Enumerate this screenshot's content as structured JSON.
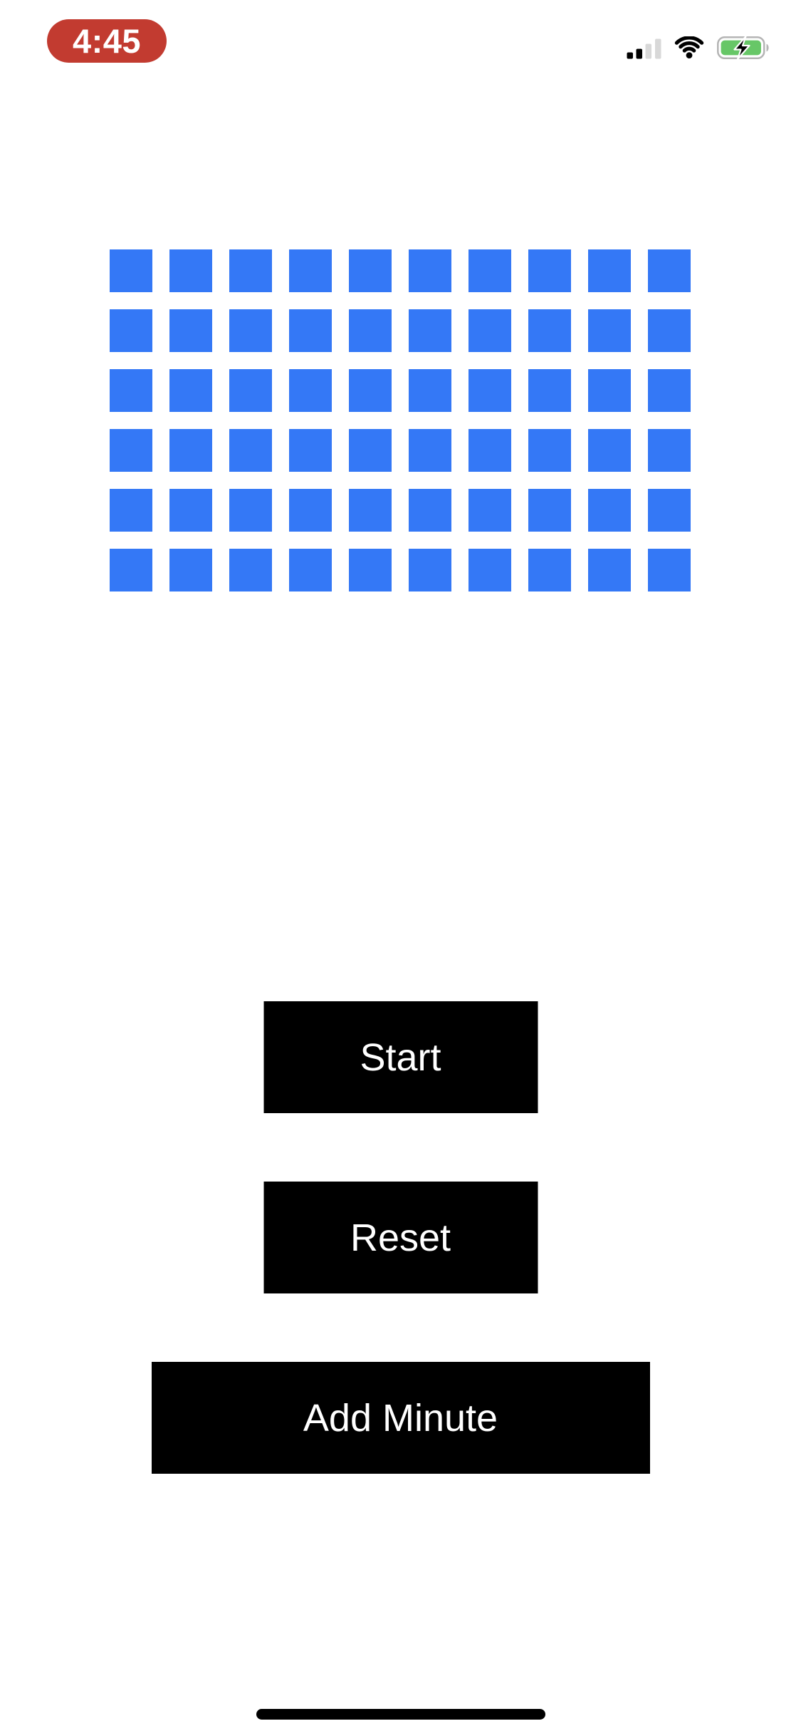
{
  "status_bar": {
    "time": "4:45",
    "time_pill_color": "#c23b30",
    "time_text_color": "#ffffff",
    "signal_icon": {
      "bars_total": 4,
      "bars_filled": 2,
      "filled_color": "#000000",
      "empty_color": "#d8d8d8"
    },
    "wifi_icon": {
      "color": "#000000"
    },
    "battery_icon": {
      "charging": true,
      "fill_color": "#67c767",
      "outline_color": "#b4b4b4",
      "bolt_color": "#000000",
      "bolt_outline_color": "#ffffff"
    }
  },
  "timer_grid": {
    "rows": 6,
    "columns": 10,
    "total_squares": 60,
    "square_color": "#3478f6"
  },
  "buttons": {
    "start": {
      "label": "Start"
    },
    "reset": {
      "label": "Reset"
    },
    "add_minute": {
      "label": "Add Minute"
    }
  },
  "button_style": {
    "background": "#000000",
    "text_color": "#ffffff"
  },
  "home_indicator_color": "#000000",
  "background_color": "#ffffff"
}
